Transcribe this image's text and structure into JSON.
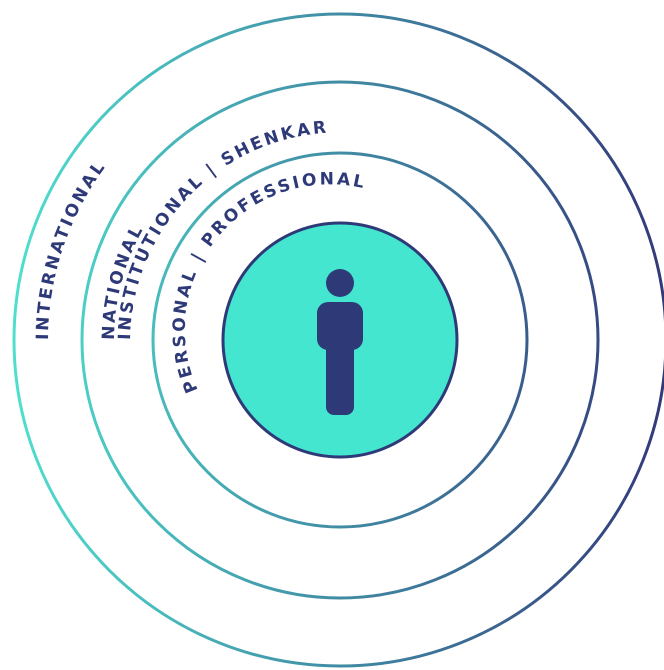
{
  "labels": {
    "international": "INTERNATIONAL",
    "national": "NATIONAL",
    "institutional": "INSTITUTIONAL | SHENKAR",
    "personal": "PERSONAL | PROFESSIONAL"
  },
  "colors": {
    "ring_start": "#4fe0cf",
    "ring_end": "#33397a",
    "center_fill": "#44e6d0",
    "center_stroke": "#2e3a78",
    "person": "#2e3a78",
    "label_text": "#2e3a78"
  },
  "icons": {
    "center": "person-icon"
  }
}
